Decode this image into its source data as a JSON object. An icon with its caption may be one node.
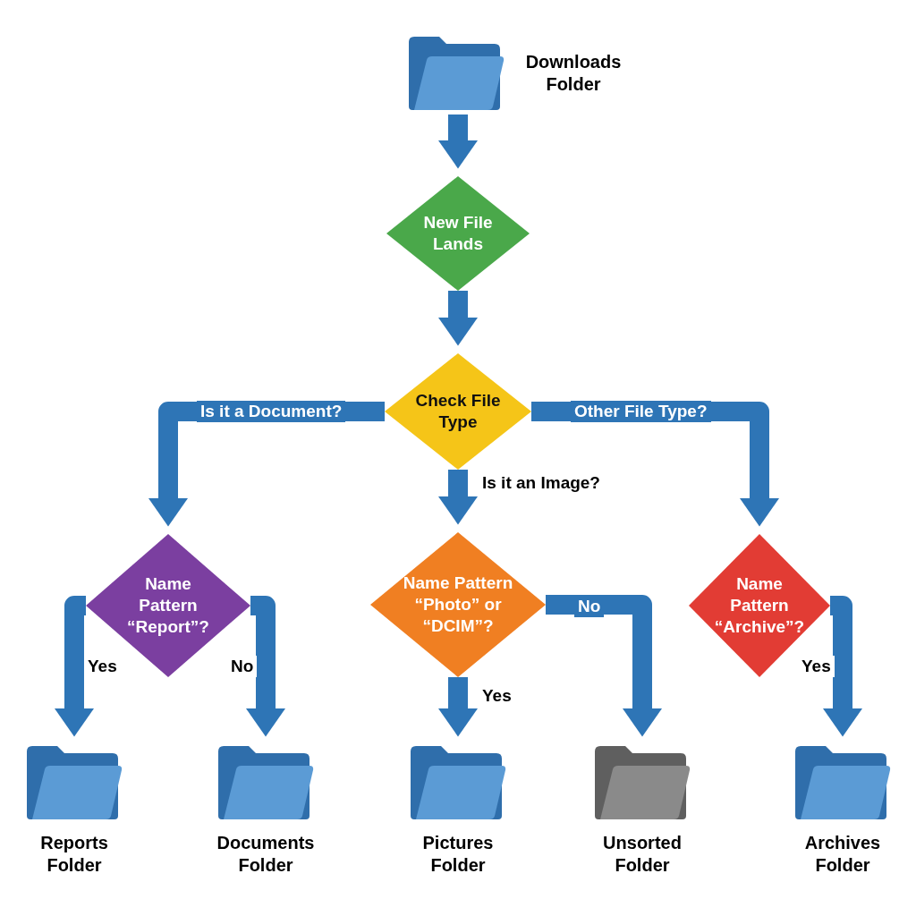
{
  "diagram": {
    "nodes": [
      {
        "text": [
          "Downloads Folder"
        ]
      },
      {
        "text": [
          "New File Lands"
        ]
      },
      {
        "text": [
          "Check File Type"
        ]
      },
      {
        "text": [
          "Name Pattern “Report”?"
        ]
      },
      {
        "text": [
          "Name Pattern “Photo” or “DCIM”?"
        ]
      },
      {
        "text": [
          "Name Pattern “Archive”?"
        ]
      },
      {
        "text": [
          "Reports Folder"
        ]
      },
      {
        "text": [
          "Documents Folder"
        ]
      },
      {
        "text": [
          "Pictures Folder"
        ]
      },
      {
        "text": [
          "Unsorted Folder"
        ]
      },
      {
        "text": [
          "Archives Folder"
        ]
      }
    ],
    "edges": [
      {
        "from": 0,
        "to": 1,
        "arrow": "to"
      },
      {
        "from": 1,
        "to": 2,
        "arrow": "to"
      },
      {
        "from": 2,
        "to": 3,
        "arrow": "to",
        "label": "Is it a Document?"
      },
      {
        "from": 2,
        "to": 4,
        "arrow": "to",
        "label": "Is it an Image?"
      },
      {
        "from": 2,
        "to": 5,
        "arrow": "to",
        "label": "Other File Type?"
      },
      {
        "from": 3,
        "to": 6,
        "arrow": "to",
        "label": "Yes"
      },
      {
        "from": 3,
        "to": 7,
        "arrow": "to",
        "label": "No"
      },
      {
        "from": 4,
        "to": 8,
        "arrow": "to",
        "label": "Yes"
      },
      {
        "from": 4,
        "to": 9,
        "arrow": "to",
        "label": "No"
      },
      {
        "from": 5,
        "to": 10,
        "arrow": "to",
        "label": "Yes"
      }
    ]
  }
}
